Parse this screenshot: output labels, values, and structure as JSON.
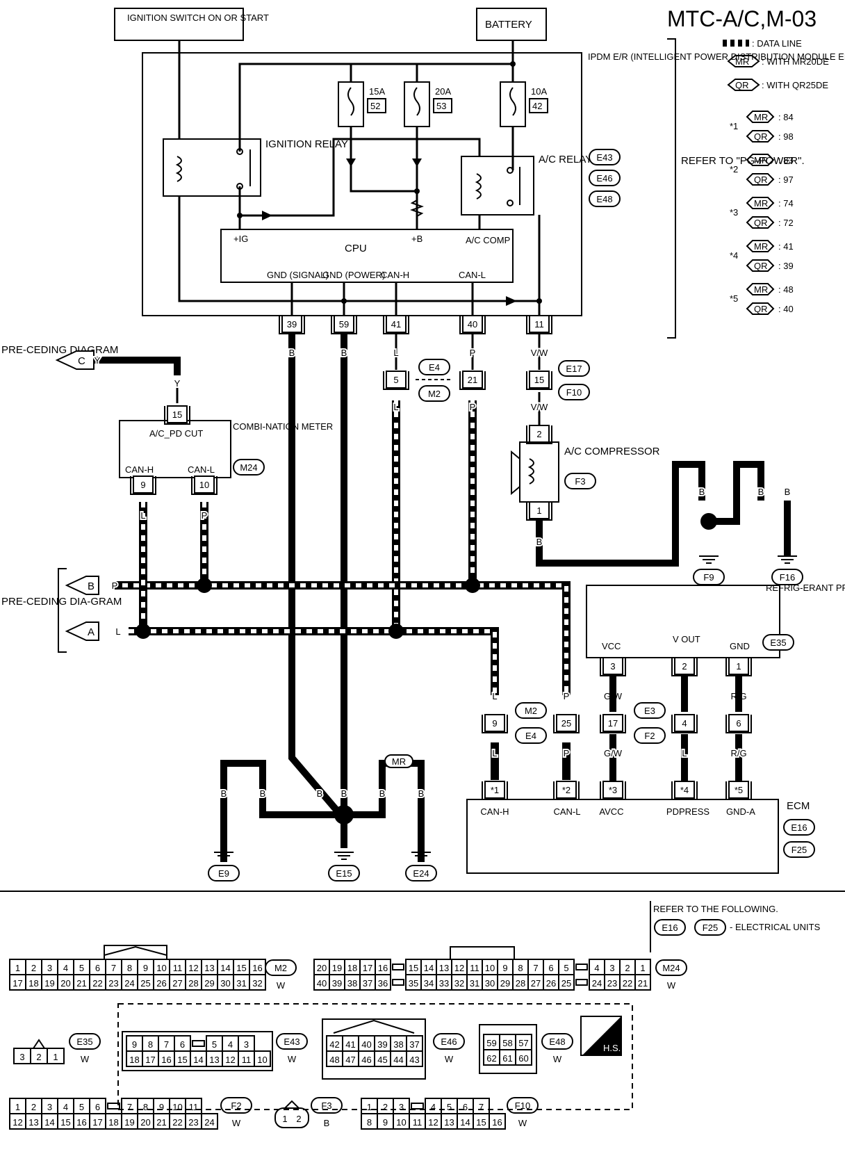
{
  "title": "MTC-A/C,M-03",
  "power": {
    "ignition": "IGNITION SWITCH ON OR START",
    "battery": "BATTERY"
  },
  "legend": {
    "data_line": ": DATA LINE",
    "mr": "MR",
    "mr_text": ": WITH MR20DE",
    "qr": "QR",
    "qr_text": ": WITH QR25DE"
  },
  "notes": [
    {
      "star": "*1",
      "mr": ": 84",
      "qr": ": 98"
    },
    {
      "star": "*2",
      "mr": ": 83",
      "qr": ": 97"
    },
    {
      "star": "*3",
      "mr": ": 74",
      "qr": ": 72"
    },
    {
      "star": "*4",
      "mr": ": 41",
      "qr": ": 39"
    },
    {
      "star": "*5",
      "mr": ": 48",
      "qr": ": 40"
    }
  ],
  "ipdm": {
    "label": "IPDM E/R (INTELLIGENT POWER DISTRIBUTION MODULE ENGINE ROOM)",
    "conns": [
      "E43",
      "E46",
      "E48"
    ],
    "refer": "REFER TO \"PG-POWER\".",
    "ign_relay": "IGNITION RELAY",
    "ac_relay": "A/C RELAY",
    "fuses": [
      {
        "amp": "15A",
        "no": "52"
      },
      {
        "amp": "20A",
        "no": "53"
      },
      {
        "amp": "10A",
        "no": "42"
      }
    ],
    "cpu": "CPU",
    "ig": "+IG",
    "b": "+B",
    "ac_comp": "A/C COMP",
    "gnd_sig": "GND (SIGNAL)",
    "gnd_pow": "GND (POWER)",
    "can_h": "CAN-H",
    "can_l": "CAN-L",
    "pins": [
      "39",
      "59",
      "41",
      "40",
      "11"
    ]
  },
  "wires": {
    "B": "B",
    "L": "L",
    "P": "P",
    "VW": "V/W",
    "Y": "Y",
    "GW": "G/W",
    "RG": "R/G"
  },
  "joints": {
    "e4": "E4",
    "m2": "M2",
    "e17": "E17",
    "f10": "F10",
    "e3": "E3",
    "f2": "F2",
    "p5": "5",
    "p21": "21",
    "p15": "15",
    "p9": "9",
    "p25": "25",
    "p17": "17",
    "p4": "4",
    "p6": "6"
  },
  "preceding": {
    "text": "PRE-CEDING DIAGRAM",
    "c": "C",
    "b": "B",
    "a": "A",
    "text2": "PRE-CEDING DIA-GRAM"
  },
  "meter": {
    "label": "COMBI-NATION METER",
    "conn": "M24",
    "func": "A/C_PD CUT",
    "can_h": "CAN-H",
    "can_l": "CAN-L",
    "pins": [
      "15",
      "9",
      "10"
    ]
  },
  "compressor": {
    "label": "A/C COMPRESSOR",
    "conn": "F3",
    "pins": [
      "2",
      "1"
    ]
  },
  "grounds": {
    "f9": "F9",
    "f16": "F16",
    "e9": "E9",
    "e15": "E15",
    "e24": "E24"
  },
  "sensor": {
    "label": "REFRIG-ERANT PRESSURE SENSOR",
    "conn": "E35",
    "vcc": "VCC",
    "vout": "V OUT",
    "gnd": "GND",
    "pins": [
      "3",
      "2",
      "1"
    ]
  },
  "ecm": {
    "label": "ECM",
    "conns": [
      "E16",
      "F25"
    ],
    "pins": [
      {
        "pin": "*1",
        "name": "CAN-H"
      },
      {
        "pin": "*2",
        "name": "CAN-L"
      },
      {
        "pin": "*3",
        "name": "AVCC"
      },
      {
        "pin": "*4",
        "name": "PDPRESS"
      },
      {
        "pin": "*5",
        "name": "GND-A"
      }
    ]
  },
  "refer_units": {
    "text": "REFER TO THE FOLLOWING.",
    "text2": "- ELECTRICAL UNITS",
    "c1": "E16",
    "c2": "F25"
  },
  "connectors": {
    "m2": {
      "name": "M2",
      "color": "W",
      "row1": [
        "1",
        "2",
        "3",
        "4",
        "5",
        "6",
        "7",
        "8",
        "9",
        "10",
        "11",
        "12",
        "13",
        "14",
        "15",
        "16"
      ],
      "row2": [
        "17",
        "18",
        "19",
        "20",
        "21",
        "22",
        "23",
        "24",
        "25",
        "26",
        "27",
        "28",
        "29",
        "30",
        "31",
        "32"
      ]
    },
    "m24": {
      "name": "M24",
      "color": "W",
      "row1": [
        "20",
        "19",
        "18",
        "17",
        "16",
        "",
        "15",
        "14",
        "13",
        "12",
        "11",
        "10",
        "9",
        "8",
        "7",
        "6",
        "5",
        "",
        "4",
        "3",
        "2",
        "1"
      ],
      "row2": [
        "40",
        "39",
        "38",
        "37",
        "36",
        "",
        "35",
        "34",
        "33",
        "32",
        "31",
        "30",
        "29",
        "28",
        "27",
        "26",
        "25",
        "",
        "24",
        "23",
        "22",
        "21"
      ]
    },
    "e35": {
      "name": "E35",
      "color": "W",
      "pins": [
        "3",
        "2",
        "1"
      ]
    },
    "e43": {
      "name": "E43",
      "color": "W",
      "row1": [
        "9",
        "8",
        "7",
        "6",
        "",
        "5",
        "4",
        "3"
      ],
      "row2": [
        "18",
        "17",
        "16",
        "15",
        "14",
        "13",
        "12",
        "11",
        "10"
      ]
    },
    "e46": {
      "name": "E46",
      "color": "W",
      "row1": [
        "42",
        "41",
        "40",
        "39",
        "38",
        "37"
      ],
      "row2": [
        "48",
        "47",
        "46",
        "45",
        "44",
        "43"
      ]
    },
    "e48": {
      "name": "E48",
      "color": "W",
      "row1": [
        "59",
        "58",
        "57"
      ],
      "row2": [
        "62",
        "61",
        "60"
      ]
    },
    "hs": "H.S.",
    "f2": {
      "name": "F2",
      "color": "W",
      "row1": [
        "1",
        "2",
        "3",
        "4",
        "5",
        "6",
        "",
        "7",
        "8",
        "9",
        "10",
        "11"
      ],
      "row2": [
        "12",
        "13",
        "14",
        "15",
        "16",
        "17",
        "18",
        "19",
        "20",
        "21",
        "22",
        "23",
        "24"
      ]
    },
    "f3": {
      "name": "F3",
      "color": "B",
      "pins": [
        "1",
        "2"
      ]
    },
    "f10": {
      "name": "F10",
      "color": "W",
      "row1": [
        "1",
        "2",
        "3",
        "",
        "4",
        "5",
        "6",
        "7"
      ],
      "row2": [
        "8",
        "9",
        "10",
        "11",
        "12",
        "13",
        "14",
        "15",
        "16"
      ]
    }
  }
}
